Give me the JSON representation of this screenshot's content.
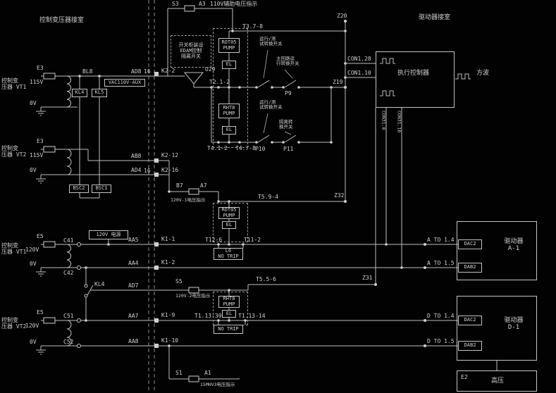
{
  "rooms": {
    "left": "控制变压器接室",
    "right": "驱动器接室"
  },
  "indicators": {
    "i110": {
      "s": "S3",
      "a": "A3",
      "text": "110V辅助电压指示"
    },
    "i120_1": {
      "s": "B7",
      "a": "A7",
      "text": "120V-1电压指示"
    },
    "i120_2": {
      "s": "S5",
      "text": "120V-2电压指示"
    },
    "i15": {
      "s": "S1",
      "a": "A1",
      "text": "15MHV3电压指示"
    }
  },
  "transformers": [
    {
      "fuse": "E3",
      "name": "控制变\n压器 VT1",
      "primary": "115V",
      "zero": "0V"
    },
    {
      "fuse": "E3",
      "name": "控制变\n压器 VT2",
      "primary": "115V",
      "zero": "0V"
    },
    {
      "fuse": "E5",
      "name": "控制变\n压器 VT1",
      "primary": "120V",
      "zero": "0V",
      "c_top": "C41",
      "c_bot": "C42"
    },
    {
      "fuse": "E5",
      "name": "控制变\n压器 VT2",
      "primary": "120V",
      "zero": "0V",
      "c_top": "C51",
      "c_bot": "C52"
    }
  ],
  "relays": {
    "kl4": "KL4",
    "kl5": "KL5",
    "bsc2": "BSC2",
    "bsc1": "BSC1",
    "vac": "VAC110V-AUX",
    "supply": "120V 电源",
    "kl4_sw": "KL4"
  },
  "wires": {
    "bl8": "BL8",
    "ad8": "AD8",
    "ab8": "AB8",
    "ad4": "AD4",
    "aa5": "AA5",
    "aa4": "AA4",
    "ad7": "AD7",
    "aa7": "AA7",
    "aa8": "AA8"
  },
  "terminals": {
    "k2_2": "K2-2",
    "k2_12": "K2-12",
    "k2_16": "K2-16",
    "k1_1": "K1-1",
    "k1_2": "K1-2",
    "k1_9": "K1-9",
    "k1_10": "K1-10",
    "n16a": "16",
    "n16b": "16"
  },
  "nodes": {
    "u29": "U29",
    "z20": "Z20",
    "z19": "Z19",
    "z32": "Z32",
    "z31": "Z31"
  },
  "points": {
    "t2_1_2": "T2.1-2",
    "t3_7_8": "T3.7-8",
    "t4_1_2": "T4.1-2",
    "t4_7_8": "T4.7-8",
    "t5_9_4": "T5.9-4",
    "t5_5_6": "T5.5-6",
    "t12_6": "T12-6",
    "t11_2": "T11-2",
    "t1_13_30": "T1.13-30",
    "t1_13_14": "T1.13-14",
    "p9": "P9",
    "p10": "P10",
    "p11": "P11"
  },
  "controller": {
    "title": "执行控制器",
    "con1_28": "CON1.28",
    "con1_10": "CON1.10",
    "con31_8": "CON31.8",
    "con31_16": "CON31.16",
    "output": "方波"
  },
  "notes": {
    "cabinet": "开关柜装设\nEDAM控制\n隔离开关",
    "sw_run_test": "运行/测\n试转换开关",
    "sw_main": "主回路运\n行转换开关",
    "sw_run_test2": "运行/测\n试转换开关",
    "sw_isolate": "隔离转\n换开关"
  },
  "pumps": {
    "rot05": "ROT05\nPUMP",
    "rht8": "RHT8\nPUMP",
    "el": "EL",
    "l6": "L6\nNO TRIP",
    "no_trip": "NO TRIP"
  },
  "drivers": {
    "a": {
      "name": "驱动器\nA-1",
      "dac": "DAC2",
      "dab": "DAB2",
      "to1": "A TO 1.4",
      "to2": "A TO 1.5"
    },
    "d": {
      "name": "驱动器\nD-1",
      "dac": "DAC2",
      "dab": "DAB2",
      "to1": "D TO 1.4",
      "to2": "D TO 1.5"
    }
  },
  "hv": {
    "fuse": "E2",
    "title": "高压"
  }
}
